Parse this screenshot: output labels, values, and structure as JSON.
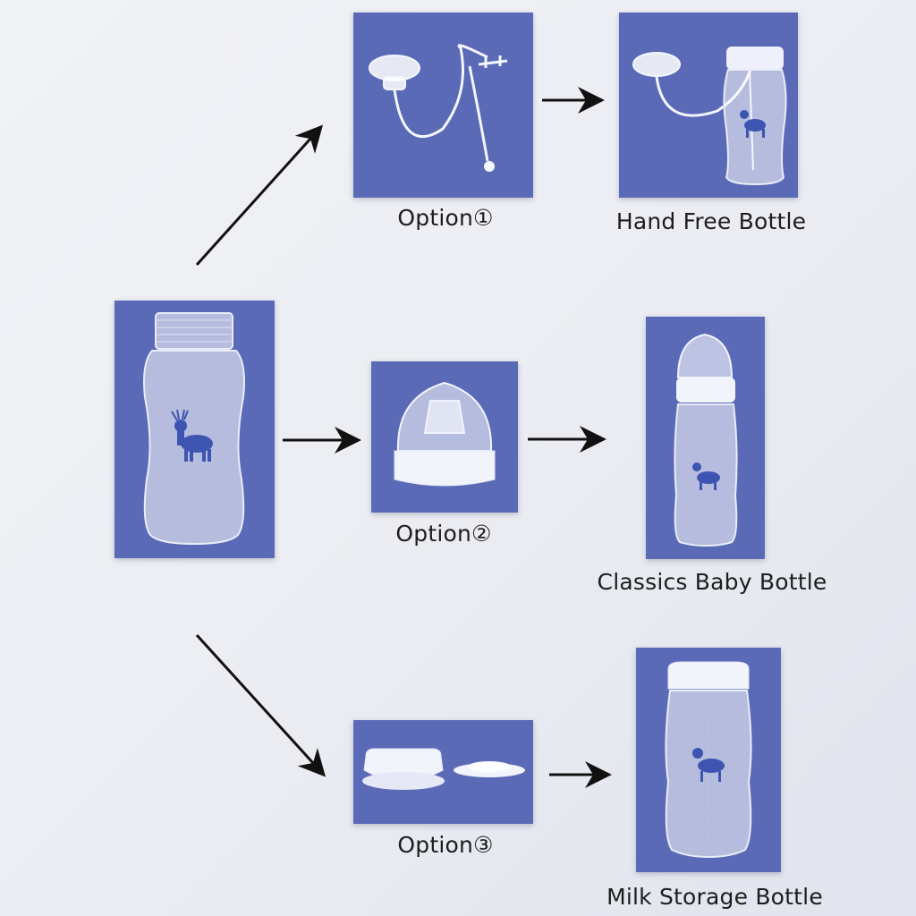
{
  "labels": {
    "option1": "Option①",
    "option2": "Option②",
    "option3": "Option③",
    "hand_free": "Hand Free Bottle",
    "classics": "Classics Baby Bottle",
    "milk_storage": "Milk Storage Bottle"
  },
  "colors": {
    "panel": "#5b6ab6",
    "arrow": "#111111",
    "background": "#eceef3"
  }
}
